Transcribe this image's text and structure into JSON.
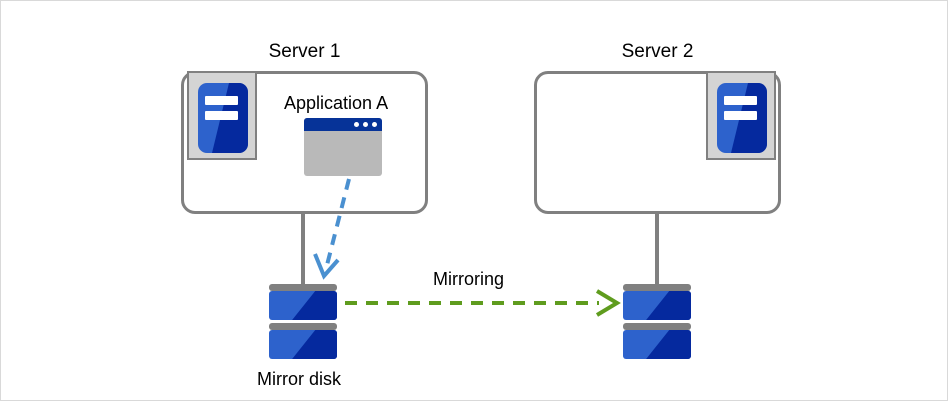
{
  "diagram": {
    "title_server1": "Server 1",
    "title_server2": "Server 2",
    "application_label": "Application  A",
    "mirror_disk_label": "Mirror disk",
    "mirroring_label": "Mirroring",
    "icons": {
      "server1_rack": "server-rack-icon",
      "server2_rack": "server-rack-icon",
      "app_window": "application-window-icon",
      "disk1": "mirror-disk-icon",
      "disk2": "mirror-disk-icon",
      "write_arrow": "dashed-down-arrow-icon",
      "mirroring_arrow": "dashed-right-arrow-icon"
    },
    "colors": {
      "frame_border": "#d9d9d9",
      "server_box_border": "#808080",
      "rack_plate": "#d4d4d4",
      "blue_light": "#2d62cc",
      "blue_dark": "#05299e",
      "titlebar_blue": "#063398",
      "window_body_gray": "#b9b9b9",
      "connector_gray": "#808080",
      "write_arrow_blue": "#4a90d0",
      "mirroring_arrow_green": "#5f9c1e",
      "text": "#000000"
    }
  }
}
